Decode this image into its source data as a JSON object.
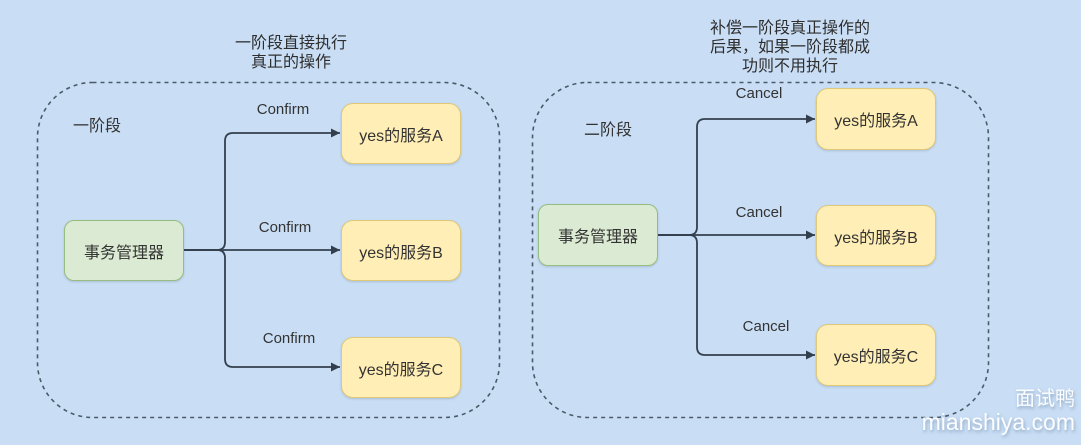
{
  "colors": {
    "background": "#c9def5",
    "container_border": "#4c5a68",
    "connector": "#333f4d",
    "manager_fill": "#dbead2",
    "manager_border": "#97bc7f",
    "service_fill": "#ffeeb5",
    "service_border": "#dfc878",
    "text": "#333333",
    "watermark_text": "#fbfdff"
  },
  "diagram": {
    "phase1": {
      "title_lines": [
        "一阶段直接执行",
        "真正的操作"
      ],
      "label": "一阶段",
      "manager": "事务管理器",
      "edge_label": "Confirm",
      "services": [
        "yes的服务A",
        "yes的服务B",
        "yes的服务C"
      ]
    },
    "phase2": {
      "title_lines": [
        "补偿一阶段真正操作的",
        "后果，如果一阶段都成",
        "功则不用执行"
      ],
      "label": "二阶段",
      "manager": "事务管理器",
      "edge_label": "Cancel",
      "services": [
        "yes的服务A",
        "yes的服务B",
        "yes的服务C"
      ]
    }
  },
  "watermark": {
    "line1": "面试鸭",
    "line2": "mianshiya.com"
  }
}
